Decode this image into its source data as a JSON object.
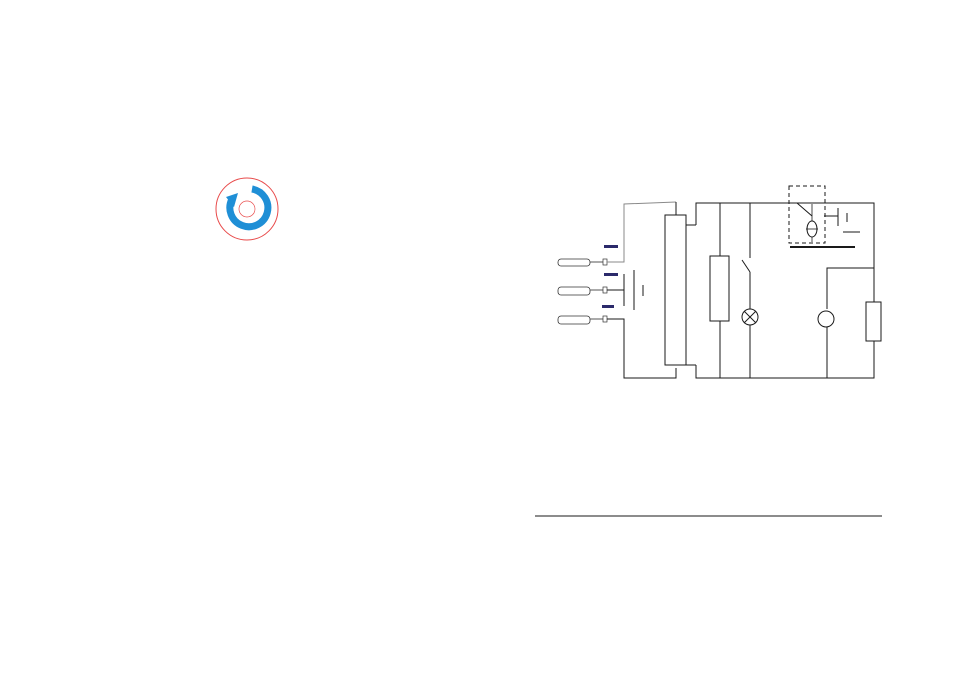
{
  "colors": {
    "background": "#ffffff",
    "wire": "#1a1a1a",
    "wire_light": "#8a8a8a",
    "logo_ring": "#e84a4a",
    "logo_arrow": "#1f8fd6",
    "polarity_marks": "#2b2a6b",
    "divider": "#1a1a1a"
  },
  "logo": {
    "icon": "circular-arrow-icon"
  },
  "diagram": {
    "terminals": 3,
    "polarity_marks": 3,
    "components": [
      "probe-plug-1",
      "probe-plug-2",
      "probe-plug-3",
      "battery",
      "terminal-strip",
      "resistor-left",
      "switch",
      "lamp",
      "meter",
      "resistor-right",
      "relay-box",
      "ground-symbol"
    ]
  }
}
